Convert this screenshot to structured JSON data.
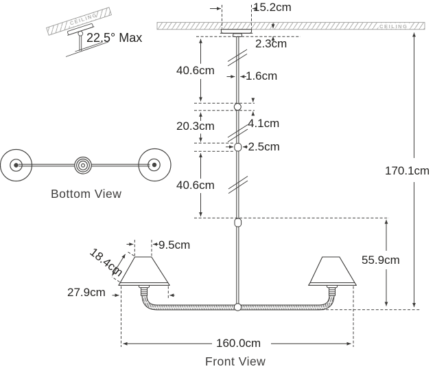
{
  "sloped_ceiling_note": {
    "ceiling_label": "CEILING",
    "max_angle_label": "22.5° Max"
  },
  "front_view": {
    "title": "Front View",
    "ceiling_label": "CEILING",
    "dimensions": {
      "canopy_width": "15.2cm",
      "canopy_height": "2.3cm",
      "upper_rod_length": "40.6cm",
      "rod_diameter": "1.6cm",
      "middle_rod_length": "20.3cm",
      "connector_length": "4.1cm",
      "coupler_diameter": "2.5cm",
      "lower_rod_length": "40.6cm",
      "overall_drop": "170.1cm",
      "fixture_height": "55.9cm",
      "shade_top_width": "9.5cm",
      "shade_slant_height": "18.4cm",
      "shade_bottom_width": "27.9cm",
      "fixture_width": "160.0cm"
    }
  },
  "bottom_view": {
    "title": "Bottom View"
  }
}
